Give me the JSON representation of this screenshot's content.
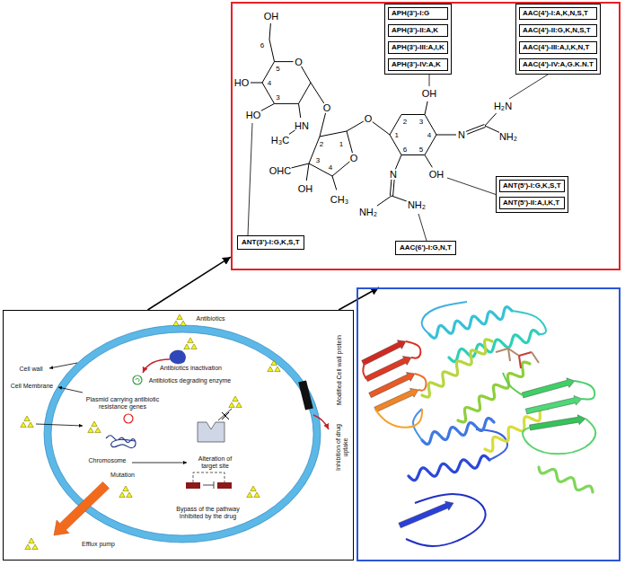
{
  "diagram": {
    "nodes": [
      {
        "text": []
      },
      {
        "text": [
          "APH(3')-I:G",
          "APH(3')-II:A,K",
          "APH(3')-III:A,I,K",
          "APH(3')-IV:A,K"
        ],
        "in": 0
      },
      {
        "text": [
          "AAC(4')-I:A,K,N,S,T",
          "AAC(4')-II:G,K,N,S,T",
          "AAC(4')-III:A,I,K,N,T",
          "AAC(4')-IV:A,G.K.N.T"
        ],
        "in": 0
      },
      {
        "text": [
          "ANT(5')-I:G,K,S,T",
          "ANT(5')-II:A,I,K,T"
        ],
        "in": 0
      },
      {
        "text": [
          "ANT(3')-I:G,K,S,T"
        ],
        "in": 0
      },
      {
        "text": [
          "AAC(6')-I:G,N,T"
        ],
        "in": 0
      },
      {
        "text": [
          "Antibiotics",
          "Cell wall",
          "Cell Membrane",
          "Antibiotics inactivation",
          "Antibiotics degrading enzyme",
          "Plasmid carrying antibiotic resistance genes",
          "Modified Cell wall protein",
          "Chromosome",
          "Alteration of target site",
          "Mutation",
          "Inhibition of drug uptake",
          "Efflux pump",
          "Bypass of the pathway Inhibited by the drug"
        ]
      },
      {
        "text": []
      }
    ],
    "edges": [
      {
        "from": 6,
        "to": 0,
        "arrow": "to"
      },
      {
        "from": 6,
        "to": 7,
        "arrow": "to"
      }
    ],
    "labels": [
      "OH",
      "6",
      "O",
      "5",
      "4",
      "HO",
      "OH",
      "3",
      "H₂N",
      "O",
      "HO",
      "O",
      "2",
      "3",
      "HN",
      "N",
      "1",
      "4",
      "NH₂",
      "H₃C",
      "1",
      "2",
      "5",
      "6",
      "O",
      "3",
      "4",
      "OHC",
      "OH",
      "N",
      "OH",
      "CH₃",
      "NH₂",
      "NH₂"
    ]
  }
}
